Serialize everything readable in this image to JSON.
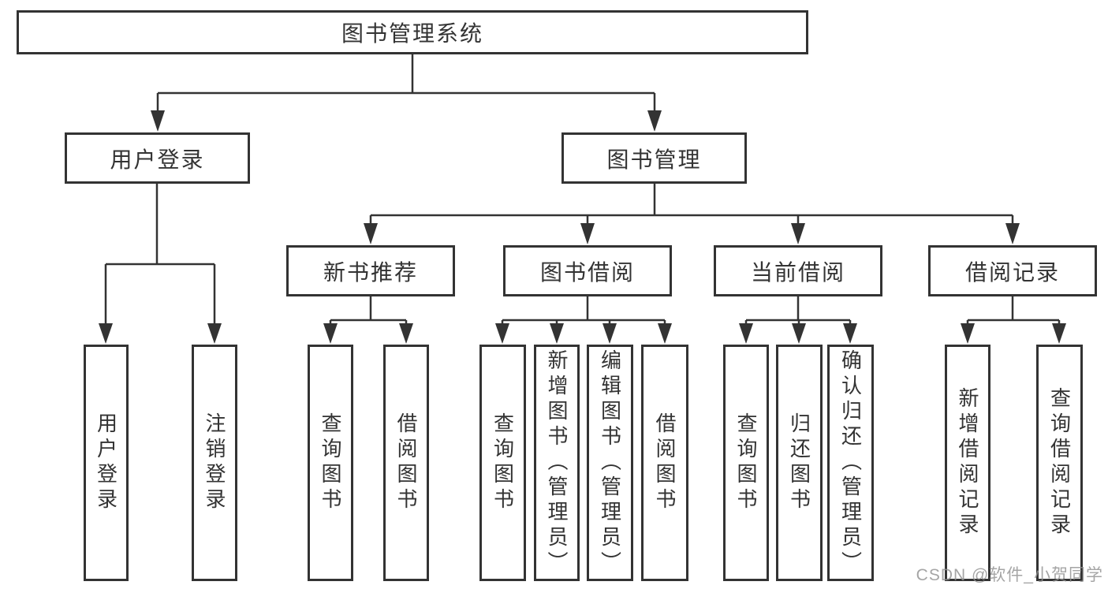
{
  "diagram": {
    "root": "图书管理系统",
    "branches": [
      {
        "label": "用户登录",
        "children": [
          {
            "label": "用户登录"
          },
          {
            "label": "注销登录"
          }
        ]
      },
      {
        "label": "图书管理",
        "children": [
          {
            "label": "新书推荐",
            "children": [
              {
                "label": "查询图书"
              },
              {
                "label": "借阅图书"
              }
            ]
          },
          {
            "label": "图书借阅",
            "children": [
              {
                "label": "查询图书"
              },
              {
                "label": "新增图书（管理员）"
              },
              {
                "label": "编辑图书（管理员）"
              },
              {
                "label": "借阅图书"
              }
            ]
          },
          {
            "label": "当前借阅",
            "children": [
              {
                "label": "查询图书"
              },
              {
                "label": "归还图书"
              },
              {
                "label": "确认归还（管理员）"
              }
            ]
          },
          {
            "label": "借阅记录",
            "children": [
              {
                "label": "新增借阅记录"
              },
              {
                "label": "查询借阅记录"
              }
            ]
          }
        ]
      }
    ]
  },
  "watermark": "CSDN @软件_小贺同学",
  "colors": {
    "line": "#333333",
    "text": "#333333",
    "watermark": "#919191",
    "background": "#ffffff"
  }
}
